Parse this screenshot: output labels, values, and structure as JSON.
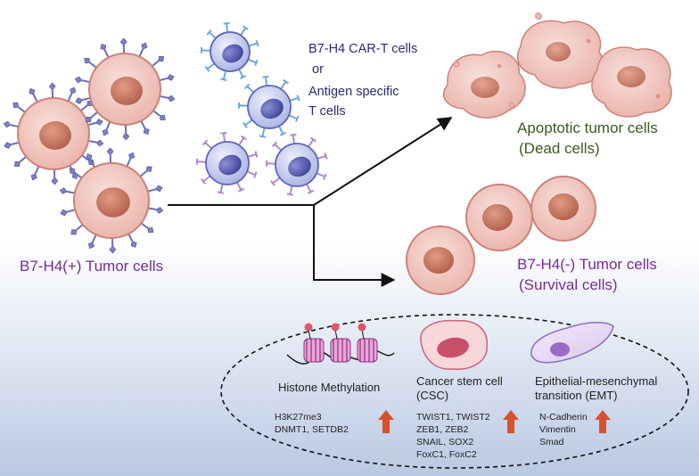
{
  "tcell_label": [
    "B7-H4 CAR-T cells",
    "or",
    "Antigen specific",
    "T cells"
  ],
  "positive_label": "B7-H4(+) Tumor cells",
  "apoptotic_label": [
    "Apoptotic tumor cells",
    "(Dead cells)"
  ],
  "negative_label": [
    "B7-H4(-) Tumor cells",
    "(Survival cells)"
  ],
  "mechanisms": [
    {
      "title": [
        "Histone Methylation"
      ],
      "markers": [
        "H3K27me3",
        "DNMT1, SETDB2"
      ]
    },
    {
      "title": [
        "Cancer stem cell",
        "(CSC)"
      ],
      "markers": [
        "TWIST1, TWIST2",
        "ZEB1, ZEB2",
        "SNAIL, SOX2",
        "FoxC1, FoxC2"
      ]
    },
    {
      "title": [
        "Epithelial-mesenchymal",
        "transition (EMT)"
      ],
      "markers": [
        "N-Cadherin",
        "Vimentin",
        "Smad"
      ]
    }
  ],
  "colors": {
    "navy_text": "#2b2a7a",
    "purple_text": "#7a2a9a",
    "green_text": "#3a5a1e",
    "up_arrow": "#d9512c",
    "tumor_body": "#f2c9c2",
    "tumor_nucleus": "#c97a66",
    "tcell_body": "#c7cdee",
    "tcell_nucleus": "#5a5fb8"
  },
  "icons": [
    "tumor-cell-icon",
    "t-cell-icon",
    "b7h4-receptor-icon",
    "nucleosome-icon",
    "csc-cell-icon",
    "emt-cell-icon",
    "up-arrow-icon"
  ]
}
